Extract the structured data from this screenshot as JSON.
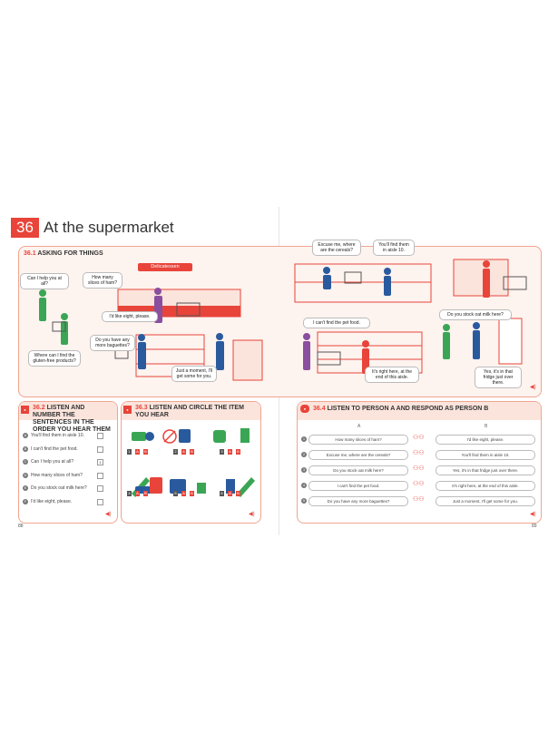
{
  "unit": {
    "number": "36",
    "title": "At the supermarket"
  },
  "section_361": {
    "code": "36.1",
    "title": "ASKING FOR THINGS"
  },
  "deli_sign": "Delicatessen",
  "bubbles": {
    "help": "Can I help you at all?",
    "slices": "How many slices of ham?",
    "eight": "I'd like eight, please.",
    "gluten": "Where can I find the gluten-free products?",
    "baguettes": "Do you have any more baguettes?",
    "moment": "Just a moment, I'll get some for you.",
    "cereals": "Excuse me, where are the cereals?",
    "aisle10": "You'll find them in aisle 10.",
    "petfood": "I can't find the pet food.",
    "endaisle": "It's right here, at the end of this aisle.",
    "milk": "Do you stock oat milk here?",
    "fridge": "Yes, it's in that fridge just over there."
  },
  "section_362": {
    "code": "36.2",
    "title": "LISTEN AND NUMBER THE SENTENCES IN THE ORDER YOU HEAR THEM",
    "items": [
      {
        "letter": "A",
        "text": "You'll find them in aisle 10.",
        "box": ""
      },
      {
        "letter": "B",
        "text": "I can't find the pet food.",
        "box": ""
      },
      {
        "letter": "C",
        "text": "Can I help you at all?",
        "box": "1"
      },
      {
        "letter": "D",
        "text": "How many slices of ham?",
        "box": ""
      },
      {
        "letter": "E",
        "text": "Do you stock oat milk here?",
        "box": ""
      },
      {
        "letter": "F",
        "text": "I'd like eight, please.",
        "box": ""
      }
    ]
  },
  "section_363": {
    "code": "36.3",
    "title": "LISTEN AND CIRCLE THE ITEM YOU HEAR",
    "row1": [
      "1",
      "A",
      "B",
      "2",
      "A",
      "B",
      "3",
      "A",
      "B"
    ],
    "row2": [
      "4",
      "A",
      "B",
      "5",
      "A",
      "B",
      "6",
      "A",
      "B"
    ]
  },
  "section_364": {
    "code": "36.4",
    "title": "LISTEN TO PERSON A AND RESPOND AS PERSON B",
    "col_a": "A",
    "col_b": "B",
    "rows": [
      {
        "n": "1",
        "a": "How many slices of ham?",
        "b": "I'd like eight, please."
      },
      {
        "n": "2",
        "a": "Excuse me, where are the cereals?",
        "b": "You'll find them in aisle 10."
      },
      {
        "n": "3",
        "a": "Do you stock oat milk here?",
        "b": "Yes, it's in that fridge just over there."
      },
      {
        "n": "4",
        "a": "I can't find the pet food.",
        "b": "It's right here, at the end of this aisle."
      },
      {
        "n": "5",
        "a": "Do you have any more baguettes?",
        "b": "Just a moment, I'll get some for you."
      }
    ]
  },
  "pages": {
    "left": "88",
    "right": "89"
  },
  "colors": {
    "accent": "#e8443a",
    "panel": "#fdf3ef",
    "border": "#f0a58f",
    "figure_green": "#3aa655",
    "figure_purple": "#8a4f9e",
    "figure_blue": "#2a5a9e"
  }
}
